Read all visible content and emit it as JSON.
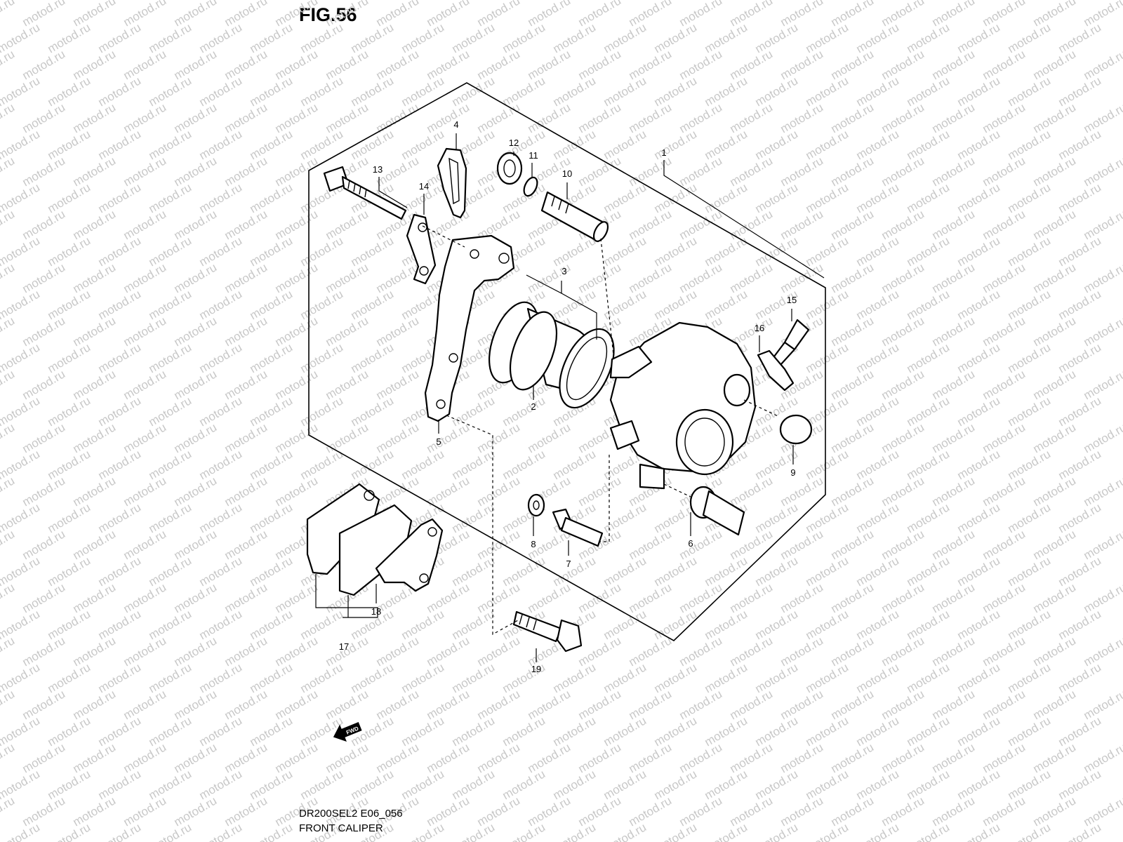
{
  "figure": {
    "title": "FIG.56"
  },
  "footer": {
    "code": "DR200SEL2 E06_056",
    "name": "FRONT CALIPER"
  },
  "watermark": {
    "text": "motod.ru"
  },
  "fwd_arrow": {
    "text": "FWD"
  },
  "callouts": [
    {
      "id": "1",
      "label": "1"
    },
    {
      "id": "2",
      "label": "2"
    },
    {
      "id": "3",
      "label": "3"
    },
    {
      "id": "4",
      "label": "4"
    },
    {
      "id": "5",
      "label": "5"
    },
    {
      "id": "6",
      "label": "6"
    },
    {
      "id": "7",
      "label": "7"
    },
    {
      "id": "8",
      "label": "8"
    },
    {
      "id": "9",
      "label": "9"
    },
    {
      "id": "10",
      "label": "10"
    },
    {
      "id": "11",
      "label": "11"
    },
    {
      "id": "12",
      "label": "12"
    },
    {
      "id": "13",
      "label": "13"
    },
    {
      "id": "14",
      "label": "14"
    },
    {
      "id": "15",
      "label": "15"
    },
    {
      "id": "16",
      "label": "16"
    },
    {
      "id": "17",
      "label": "17"
    },
    {
      "id": "18",
      "label": "18"
    },
    {
      "id": "19",
      "label": "19"
    }
  ],
  "colors": {
    "line": "#000000",
    "watermark": "#c8c8c8",
    "background": "#ffffff"
  }
}
